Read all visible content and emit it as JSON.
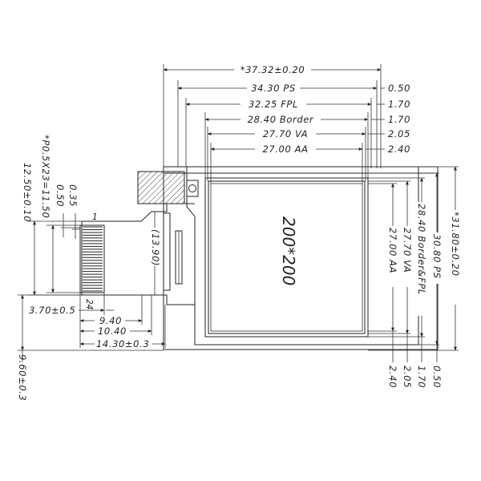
{
  "top_dimensions": {
    "overall": "*37.32±0.20",
    "ps": "34.30 PS",
    "fpl": "32.25 FPL",
    "border": "28.40 Border",
    "va": "27.70 VA",
    "aa": "27.00 AA"
  },
  "top_right_offsets": [
    "0.50",
    "1.70",
    "1.70",
    "2.05",
    "2.40"
  ],
  "right_dimensions": {
    "overall": "*31.80±0.20",
    "ps": "30.80 PS",
    "border_fpl": "28.40 Border&FPL",
    "va": "27.70 VA",
    "aa": "27.00 AA"
  },
  "bottom_right_offsets": [
    "0.50",
    "1.70",
    "2.05",
    "2.40"
  ],
  "display_resolution": "200*200",
  "fpc": {
    "pin1": "1",
    "pin_last": "24",
    "pitch": "*P0.5X23=11.50",
    "height": "12.50±0.10",
    "pad_width": "0.35",
    "pad_offset": "0.50",
    "stiffener": "(13.90)",
    "len_a": "9.40",
    "len_b": "10.40",
    "len_c": "14.30±0.3",
    "tail_width": "3.70±0.5",
    "bottom": "9.60±0.3"
  }
}
